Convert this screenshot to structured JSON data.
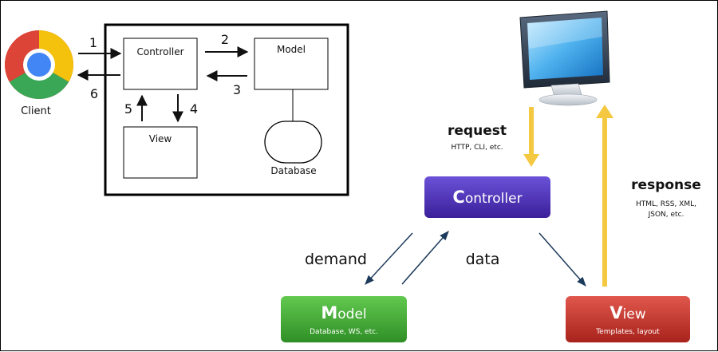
{
  "left_diagram": {
    "client_label": "Client",
    "controller_label": "Controller",
    "model_label": "Model",
    "view_label": "View",
    "database_label": "Database",
    "step_1": "1",
    "step_2": "2",
    "step_3": "3",
    "step_4": "4",
    "step_5": "5",
    "step_6": "6"
  },
  "right_diagram": {
    "request_label": "request",
    "request_sub": "HTTP, CLI, etc.",
    "response_label": "response",
    "response_sub_1": "HTML, RSS, XML,",
    "response_sub_2": "JSON, etc.",
    "demand_label": "demand",
    "data_label": "data",
    "controller_initial": "C",
    "controller_rest": "ontroller",
    "model_initial": "M",
    "model_rest": "odel",
    "model_sub": "Database, WS, etc.",
    "view_initial": "V",
    "view_rest": "iew",
    "view_sub": "Templates, layout"
  },
  "colors": {
    "controller": "#4a2fb0",
    "model": "#3fa535",
    "view": "#c8322a",
    "arrow_yellow": "#f5c842",
    "arrow_dark": "#1c3a5a"
  }
}
